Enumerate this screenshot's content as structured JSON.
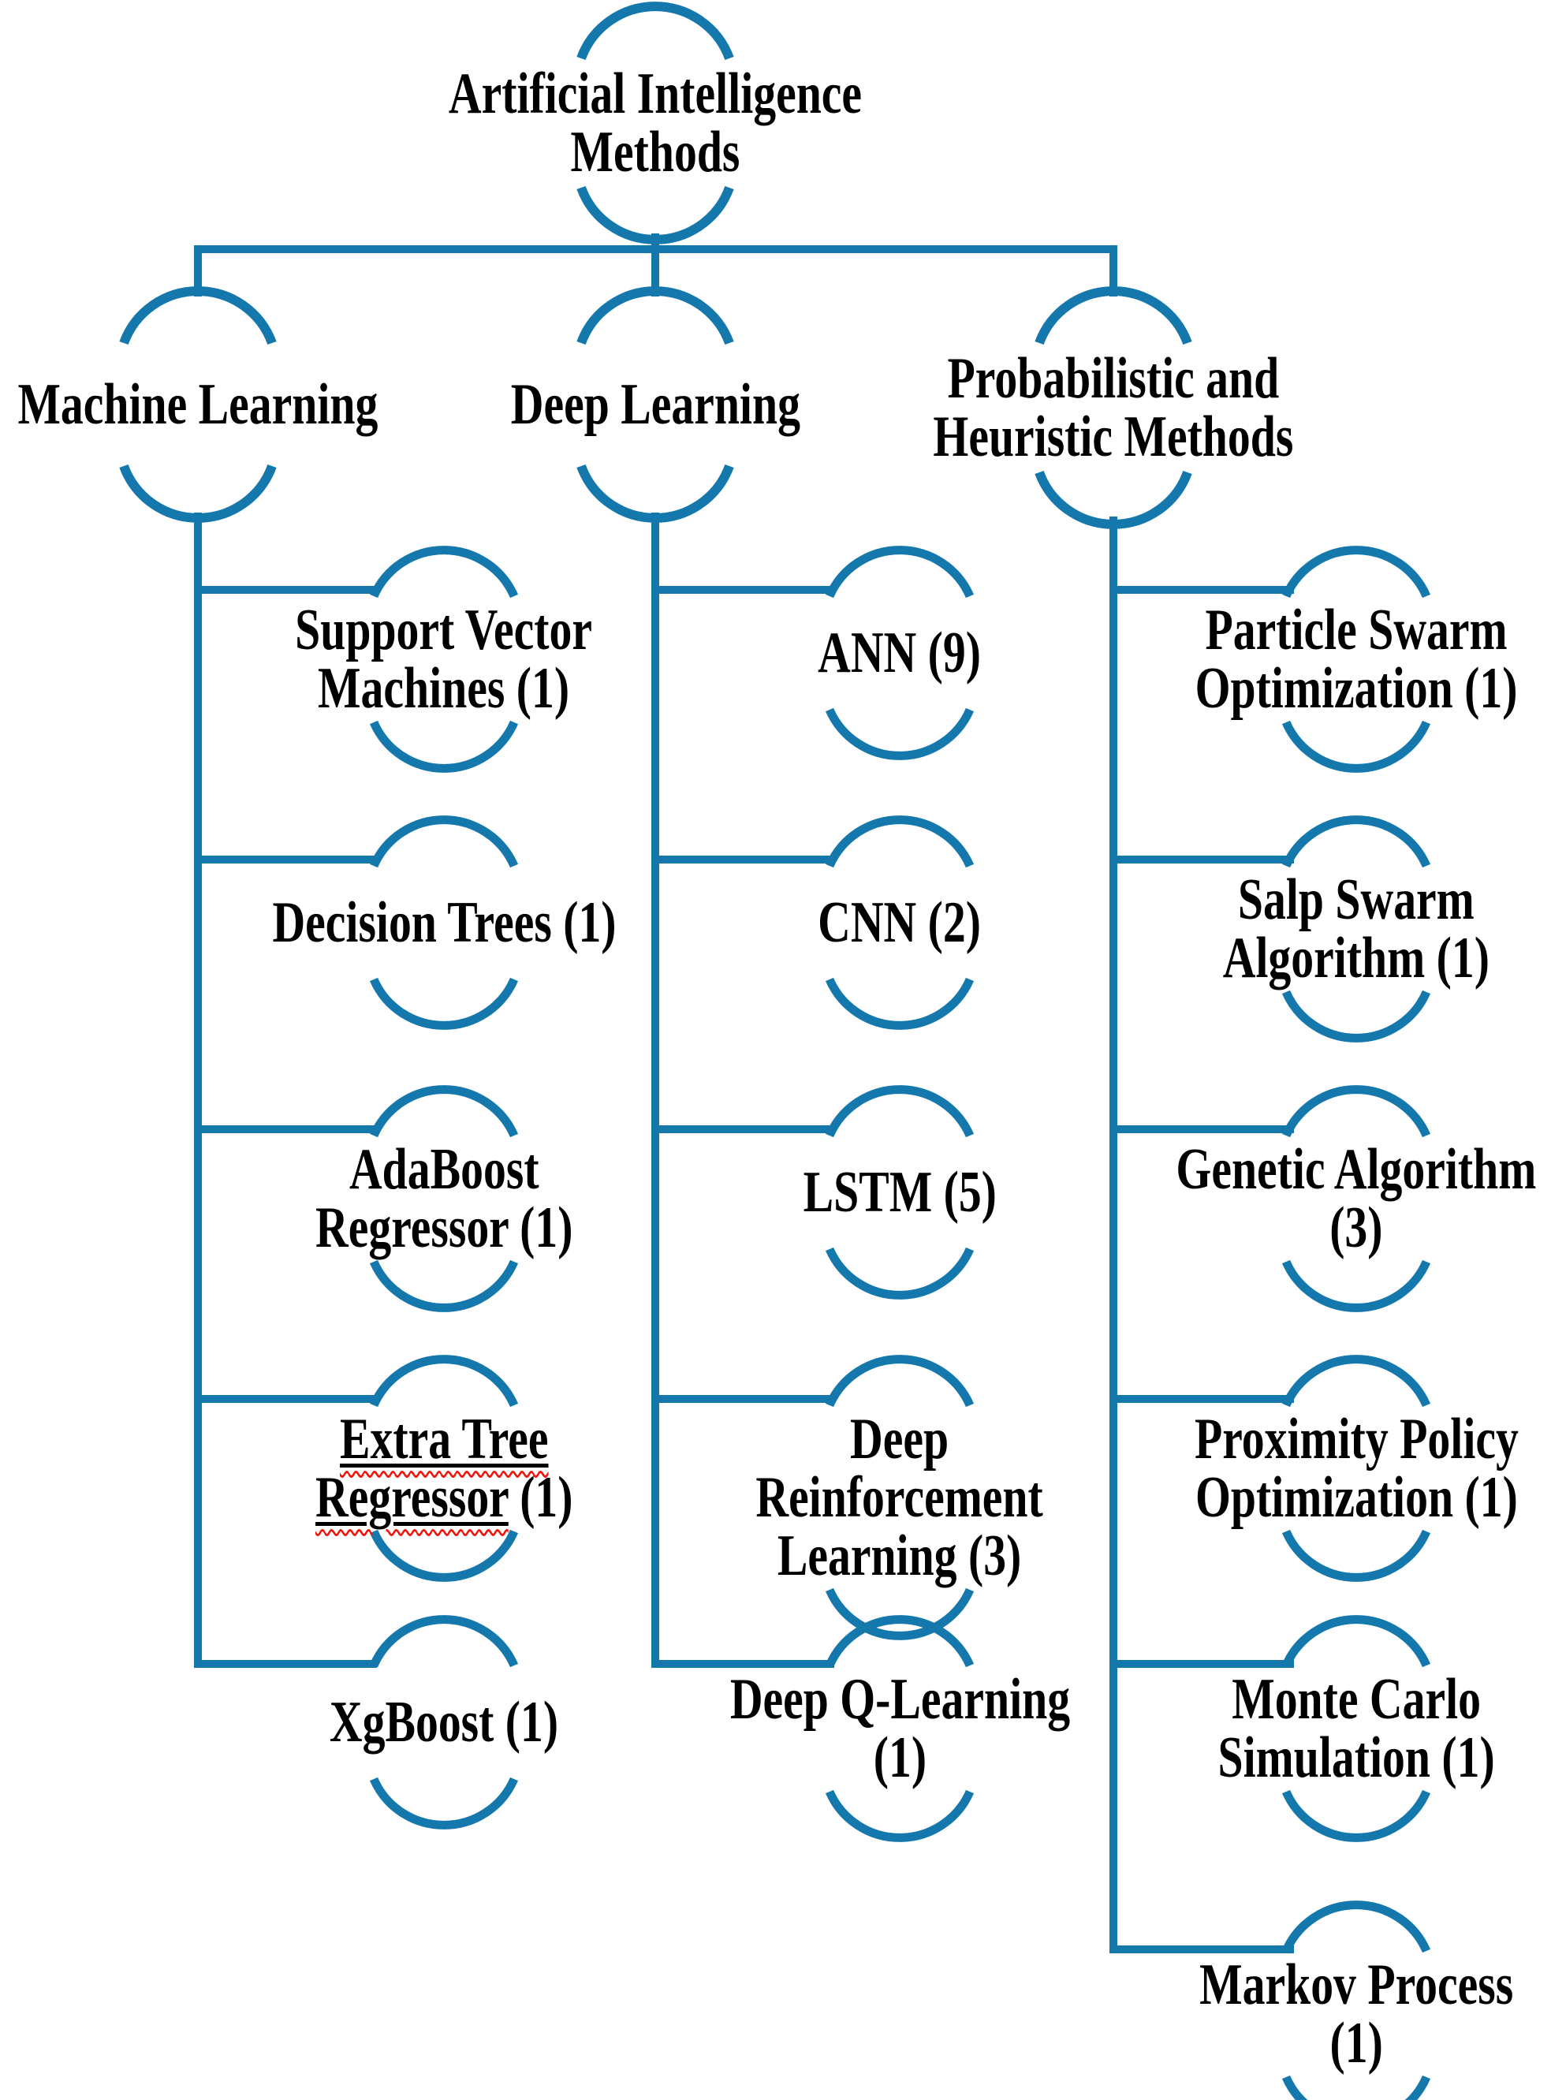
{
  "title": "Artificial Intelligence Methods",
  "colors": {
    "line": "#1578ad",
    "text": "#000000",
    "spell_underline": "#f2150c"
  },
  "root": {
    "label": "Artificial Intelligence Methods",
    "lines": [
      "Artificial Intelligence",
      "Methods"
    ]
  },
  "categories": [
    {
      "id": "machine-learning",
      "label": "Machine Learning",
      "lines": [
        "Machine Learning"
      ],
      "children": [
        {
          "label": "Support Vector Machines (1)",
          "lines": [
            "Support Vector",
            "Machines (1)"
          ]
        },
        {
          "label": "Decision Trees (1)",
          "lines": [
            "Decision Trees (1)"
          ]
        },
        {
          "label": "AdaBoost Regressor (1)",
          "lines": [
            "AdaBoost",
            "Regressor (1)"
          ]
        },
        {
          "label": "Extra Tree Regressor (1)",
          "underline": {
            "line1": "Extra Tree",
            "line2_underlined": "Regressor",
            "line2_rest": " (1)"
          }
        },
        {
          "label": "XgBoost (1)",
          "lines": [
            "XgBoost (1)"
          ]
        }
      ]
    },
    {
      "id": "deep-learning",
      "label": "Deep Learning",
      "lines": [
        "Deep Learning"
      ],
      "children": [
        {
          "label": "ANN (9)",
          "lines": [
            "ANN (9)"
          ]
        },
        {
          "label": "CNN (2)",
          "lines": [
            "CNN (2)"
          ]
        },
        {
          "label": "LSTM (5)",
          "lines": [
            "LSTM (5)"
          ]
        },
        {
          "label": "Deep Reinforcement Learning (3)",
          "lines": [
            "Deep",
            "Reinforcement",
            "Learning (3)"
          ]
        },
        {
          "label": "Deep Q-Learning (1)",
          "lines": [
            "Deep Q-Learning",
            "(1)"
          ]
        }
      ]
    },
    {
      "id": "probabilistic-heuristic",
      "label": "Probabilistic and Heuristic Methods",
      "lines": [
        "Probabilistic and",
        "Heuristic Methods"
      ],
      "children": [
        {
          "label": "Particle Swarm Optimization (1)",
          "lines": [
            "Particle Swarm",
            "Optimization (1)"
          ]
        },
        {
          "label": "Salp Swarm Algorithm (1)",
          "lines": [
            "Salp Swarm",
            "Algorithm (1)"
          ]
        },
        {
          "label": "Genetic Algorithm (3)",
          "lines": [
            "Genetic Algorithm",
            "(3)"
          ]
        },
        {
          "label": "Proximity Policy Optimization (1)",
          "lines": [
            "Proximity Policy",
            "Optimization (1)"
          ]
        },
        {
          "label": "Monte Carlo Simulation (1)",
          "lines": [
            "Monte Carlo",
            "Simulation (1)"
          ]
        },
        {
          "label": "Markov Process (1)",
          "lines": [
            "Markov Process",
            "(1)"
          ]
        }
      ]
    }
  ]
}
